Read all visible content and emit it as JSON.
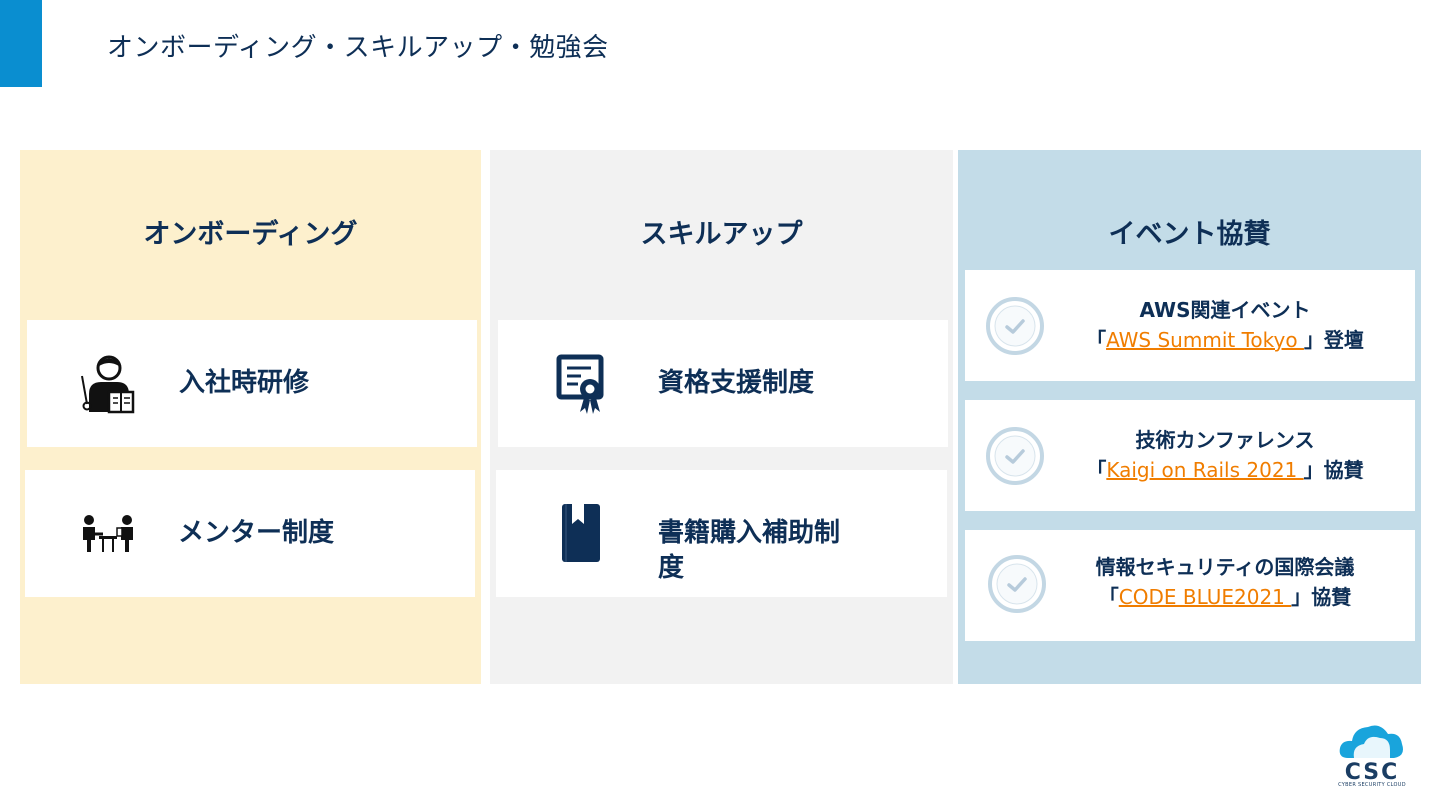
{
  "slide": {
    "title": "オンボーディング・スキルアップ・勉強会"
  },
  "panels": {
    "onboarding": {
      "title": "オンボーディング",
      "items": [
        {
          "label": "入社時研修",
          "icon": "trainee-icon"
        },
        {
          "label": "メンター制度",
          "icon": "mentoring-icon"
        }
      ]
    },
    "skillup": {
      "title": "スキルアップ",
      "items": [
        {
          "label": "資格支援制度",
          "icon": "certificate-icon"
        },
        {
          "label_line1": "書籍購入補助制",
          "label_line2": "度",
          "icon": "book-icon"
        }
      ]
    },
    "events": {
      "title": "イベント協賛",
      "items": [
        {
          "line1": "AWS関連イベント",
          "prefix": "「",
          "link": "AWS Summit Tokyo ",
          "suffix": "」登壇"
        },
        {
          "line1": "技術カンファレンス",
          "prefix": "「",
          "link": "Kaigi on Rails 2021  ",
          "suffix": "」協賛"
        },
        {
          "line1": "情報セキュリティの国際会議",
          "prefix": "「",
          "link": "CODE BLUE2021 ",
          "suffix": "」協賛"
        }
      ]
    }
  },
  "logo": {
    "text": "CSC",
    "subtext": "CYBER SECURITY CLOUD"
  },
  "colors": {
    "accent": "#0a8ed0",
    "navy": "#0e2f56",
    "link": "#f07d00",
    "onboarding_bg": "#fdf0cd",
    "skillup_bg": "#f2f2f2",
    "events_bg": "#c3dce8"
  }
}
